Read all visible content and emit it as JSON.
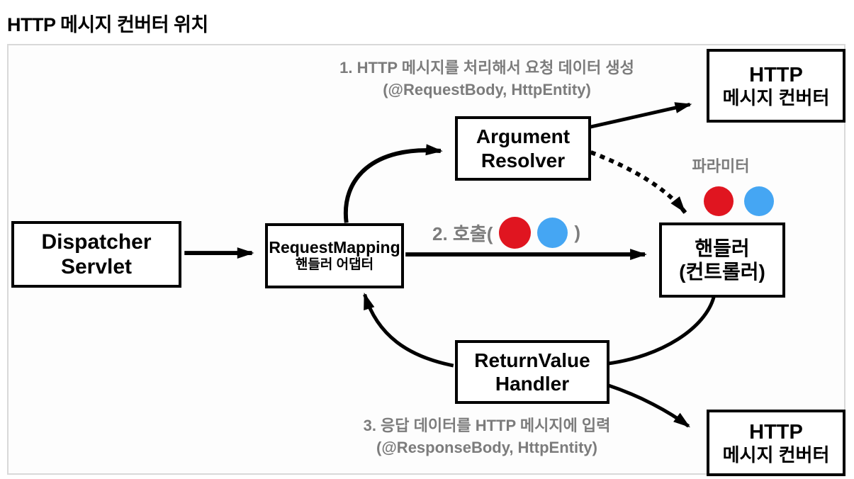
{
  "title": "HTTP 메시지 컨버터 위치",
  "colors": {
    "red_dot": "#e01520",
    "blue_dot": "#45a6f3",
    "gray_label": "#7c7c7c",
    "box_border": "#000000",
    "panel_border": "#d9d9d9"
  },
  "nodes": {
    "dispatcher_servlet": {
      "line1": "Dispatcher",
      "line2": "Servlet"
    },
    "request_mapping_adapter": {
      "line1": "RequestMapping",
      "line2": "핸들러 어댑터"
    },
    "argument_resolver": {
      "line1": "Argument",
      "line2": "Resolver"
    },
    "http_converter_top": {
      "line1": "HTTP",
      "line2": "메시지 컨버터"
    },
    "handler": {
      "line1": "핸들러",
      "line2": "(컨트롤러)"
    },
    "return_value_handler": {
      "line1": "ReturnValue",
      "line2": "Handler"
    },
    "http_converter_bottom": {
      "line1": "HTTP",
      "line2": "메시지 컨버터"
    }
  },
  "annotations": {
    "step1": {
      "line1": "1. HTTP 메시지를 처리해서 요청 데이터 생성",
      "line2": "(@RequestBody, HttpEntity)"
    },
    "step2": {
      "prefix": "2. 호출(",
      "suffix": ")"
    },
    "step3": {
      "line1": "3. 응답 데이터를 HTTP 메시지에 입력",
      "line2": "(@ResponseBody, HttpEntity)"
    },
    "parameter_label": "파라미터"
  },
  "legend": {
    "red_dot_meaning": "red-parameter-dot",
    "blue_dot_meaning": "blue-parameter-dot"
  }
}
